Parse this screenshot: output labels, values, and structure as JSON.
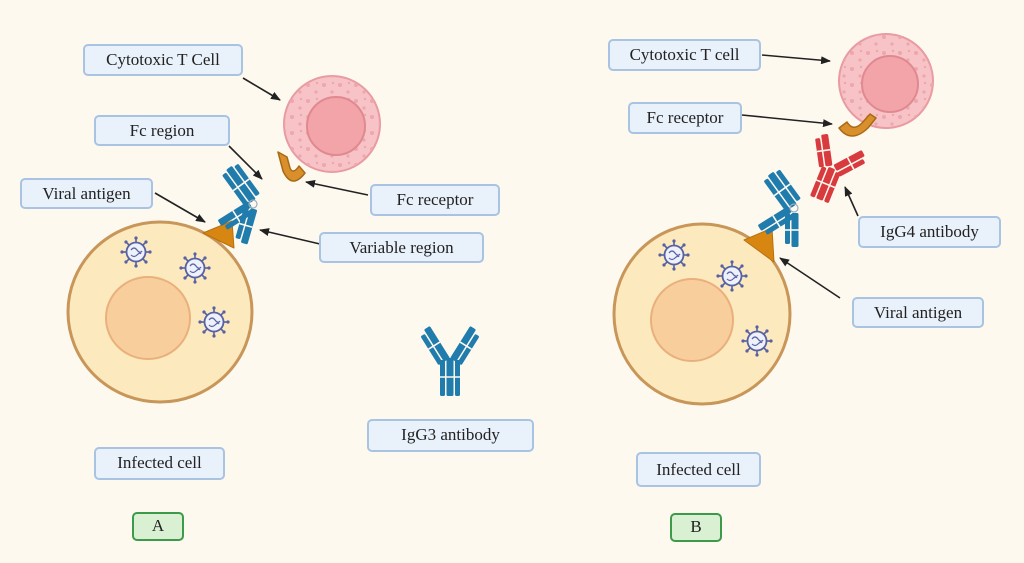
{
  "panel_a": {
    "tag": "A",
    "labels": {
      "cytotoxic_t_cell": "Cytotoxic T Cell",
      "fc_region": "Fc region",
      "viral_antigen": "Viral antigen",
      "fc_receptor": "Fc receptor",
      "variable_region": "Variable region",
      "infected_cell": "Infected cell"
    }
  },
  "panel_b": {
    "tag": "B",
    "labels": {
      "cytotoxic_t_cell": "Cytotoxic T cell",
      "fc_receptor": "Fc receptor",
      "igg4_antibody": "IgG4 antibody",
      "viral_antigen": "Viral antigen",
      "infected_cell": "Infected cell"
    }
  },
  "legend": {
    "igg3_antibody": "IgG3 antibody"
  },
  "colors": {
    "background": "#fdf9ef",
    "infected_cell_fill": "#fce9bd",
    "infected_cell_nucleus": "#f8cf9c",
    "t_cell_fill": "#f7c3c6",
    "t_cell_nucleus": "#f2a4a9",
    "igg3_blue": "#1f7cac",
    "igg4_red": "#d83a3e",
    "fc_receptor_orange": "#d9902c",
    "antigen_orange": "#d88612",
    "virus_blue": "#5662a3",
    "label_fill": "#e9f1fb",
    "label_border": "#a9c3e2",
    "panel_tag_fill": "#d9f0d3",
    "panel_tag_border": "#3c9a4a"
  }
}
